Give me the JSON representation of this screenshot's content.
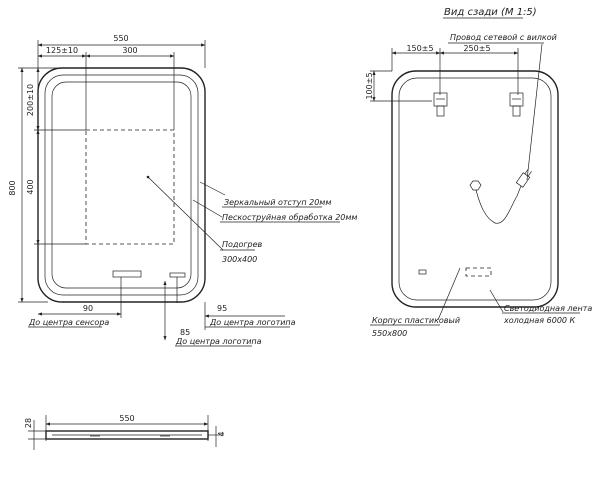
{
  "front_view": {
    "dims": {
      "width": "550",
      "left_offset": "125±10",
      "heater_width": "300",
      "height": "800",
      "top_offset": "200±10",
      "heater_height": "400",
      "to_sensor": "90",
      "to_logo_85": "85",
      "to_logo_95": "95"
    },
    "labels": {
      "mirror_indent": "Зеркальный отступ 20мм",
      "sandblast": "Пескоструйная обработка 20мм",
      "heater_line1": "Подогрев",
      "heater_line2": "300x400",
      "to_sensor_center": "До центра сенсора",
      "to_logo_center_a": "До центра логотипа",
      "to_logo_center_b": "До центра логотипа"
    }
  },
  "back_view": {
    "title": "Вид сзади (М 1:5)",
    "dims": {
      "left": "150±5",
      "mid": "250±5",
      "top": "100±5"
    },
    "labels": {
      "cable": "Провод сетевой с вилкой",
      "body_line1": "Корпус пластиковый",
      "body_line2": "550x800",
      "led_line1": "Светодиодная лента",
      "led_line2": "холодная 6000 К"
    }
  },
  "side_view": {
    "dims": {
      "width": "550",
      "thickness": "28",
      "edge": "4"
    }
  }
}
